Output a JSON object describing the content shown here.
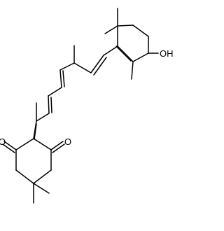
{
  "molecule": {
    "atoms": {
      "hydroxyl": "OH",
      "ketone_left": "O",
      "ketone_right": "O"
    },
    "colors": {
      "bond": "#000000",
      "label": "#000000",
      "background": "#ffffff"
    }
  }
}
